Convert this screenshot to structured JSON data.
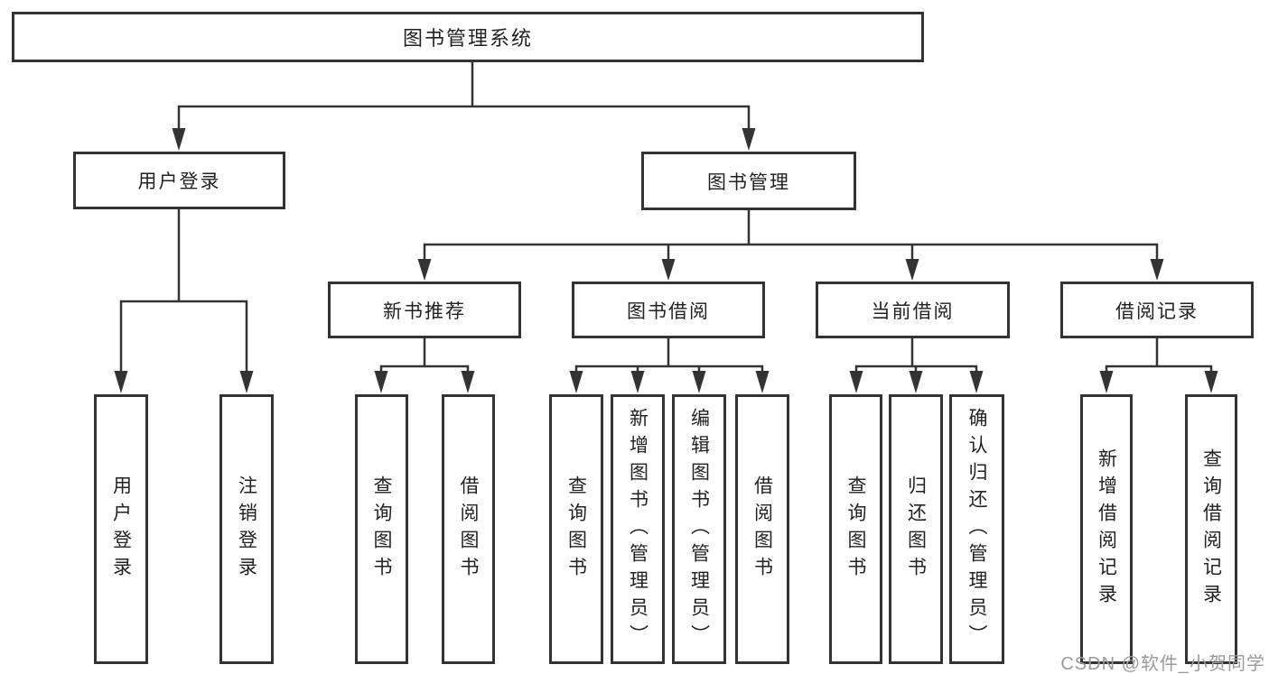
{
  "diagram": {
    "watermark": "CSDN @软件_小贺同学",
    "colors": {
      "line": "#333333",
      "border": "#333333",
      "text": "#222222",
      "background": "#ffffff",
      "watermark": "#9a9a9a"
    },
    "tree": {
      "root": {
        "label": "图书管理系统"
      },
      "branches": [
        {
          "label": "用户登录",
          "children": [
            {
              "label": "用户登录"
            },
            {
              "label": "注销登录"
            }
          ]
        },
        {
          "label": "图书管理",
          "children": [
            {
              "label": "新书推荐",
              "children": [
                {
                  "label": "查询图书"
                },
                {
                  "label": "借阅图书"
                }
              ]
            },
            {
              "label": "图书借阅",
              "children": [
                {
                  "label": "查询图书"
                },
                {
                  "label": "新增图书（管理员）"
                },
                {
                  "label": "编辑图书（管理员）"
                },
                {
                  "label": "借阅图书"
                }
              ]
            },
            {
              "label": "当前借阅",
              "children": [
                {
                  "label": "查询图书"
                },
                {
                  "label": "归还图书"
                },
                {
                  "label": "确认归还（管理员）"
                }
              ]
            },
            {
              "label": "借阅记录",
              "children": [
                {
                  "label": "新增借阅记录"
                },
                {
                  "label": "查询借阅记录"
                }
              ]
            }
          ]
        }
      ]
    }
  }
}
